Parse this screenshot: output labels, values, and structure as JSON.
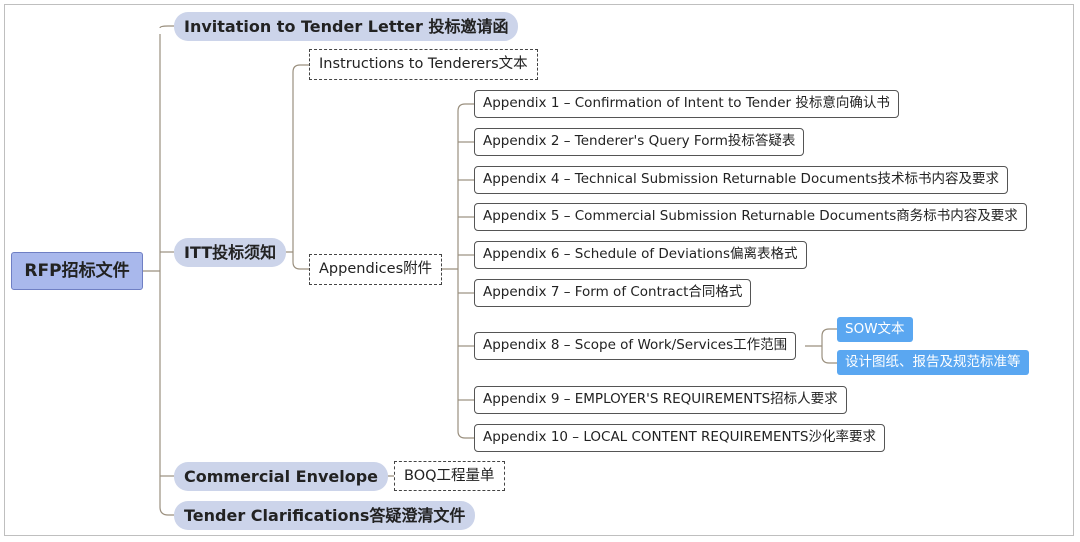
{
  "root": {
    "label": "RFP招标文件"
  },
  "level1": {
    "invitation": "Invitation to Tender Letter 投标邀请函",
    "itt": "ITT投标须知",
    "commercial": "Commercial Envelope",
    "clarifications": "Tender Clarifications答疑澄清文件"
  },
  "itt_children": {
    "instructions": "Instructions to Tenderers文本",
    "appendices": "Appendices附件"
  },
  "appendices": [
    "Appendix 1 – Confirmation of Intent to Tender 投标意向确认书",
    "Appendix 2 – Tenderer's Query Form投标答疑表",
    "Appendix 4 – Technical Submission Returnable Documents技术标书内容及要求",
    "Appendix 5 – Commercial Submission Returnable Documents商务标书内容及要求",
    "Appendix 6 – Schedule of Deviations偏离表格式",
    "Appendix 7 – Form of Contract合同格式",
    "Appendix 8 – Scope of Work/Services工作范围",
    "Appendix 9 – EMPLOYER'S REQUIREMENTS招标人要求",
    "Appendix 10 – LOCAL CONTENT REQUIREMENTS沙化率要求"
  ],
  "appendix8_children": {
    "sow": "SOW文本",
    "design": "设计图纸、报告及规范标准等"
  },
  "commercial_children": {
    "boq": "BOQ工程量单"
  },
  "colors": {
    "root_fill": "#a9b8ec",
    "level1_fill": "#ccd4ea",
    "leaf_blue": "#5aa7f1",
    "connector": "#9a8f7e"
  }
}
